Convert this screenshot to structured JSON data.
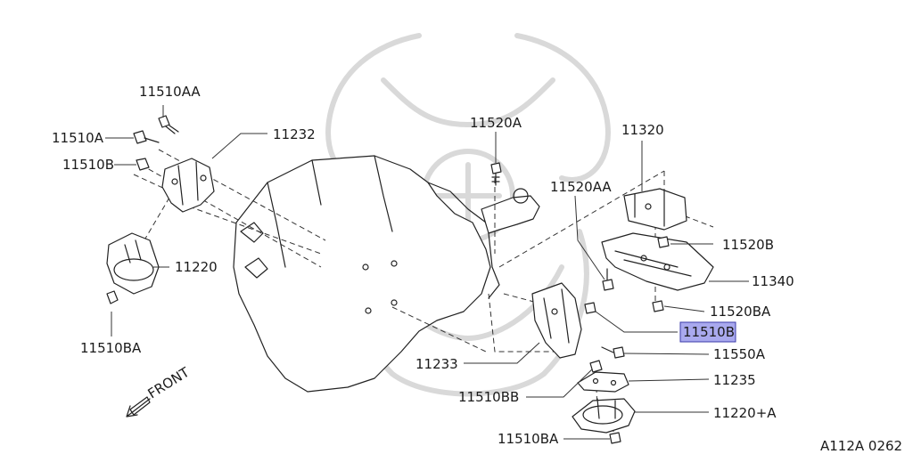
{
  "diagram": {
    "labels": {
      "p11510AA": "11510AA",
      "p11510A": "11510A",
      "p11510B_left": "11510B",
      "p11232": "11232",
      "p11220": "11220",
      "p11510BA_left": "11510BA",
      "p11520A": "11520A",
      "p11320": "11320",
      "p11520AA": "11520AA",
      "p11520B": "11520B",
      "p11340": "11340",
      "p11520BA": "11520BA",
      "p11510B_selected": "11510B",
      "p11550A": "11550A",
      "p11233": "11233",
      "p11235": "11235",
      "p11510BB": "11510BB",
      "p11220A": "11220+A",
      "p11510BA_bottom": "11510BA"
    },
    "front_label": "FRONT",
    "figure_code": "A112A 0262",
    "selected_part": "11510B",
    "highlight_color": "#a9a9ee"
  }
}
